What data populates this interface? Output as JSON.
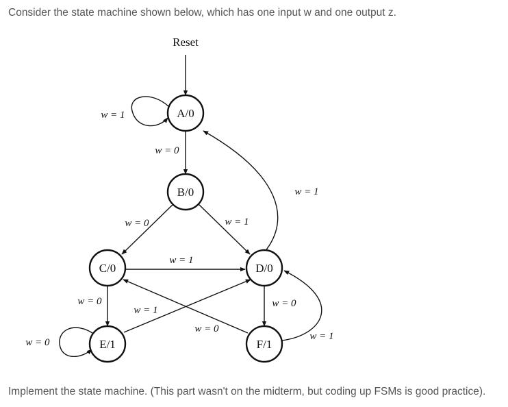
{
  "question": "Consider the state machine shown below, which has one input w and one output z.",
  "footer": "Implement the state machine. (This part wasn't on the midterm, but coding up FSMs is good practice).",
  "diagram": {
    "reset_label": "Reset",
    "states": {
      "A": "A/0",
      "B": "B/0",
      "C": "C/0",
      "D": "D/0",
      "E": "E/1",
      "F": "F/1"
    },
    "edges": {
      "A_self": "w = 1",
      "A_to_B": "w = 0",
      "D_to_A": "w = 1",
      "B_to_C": "w = 0",
      "B_to_D": "w = 1",
      "C_to_D": "w = 1",
      "C_to_E": "w = 0",
      "E_to_D": "w = 1",
      "F_to_C": "w = 0",
      "D_to_F": "w = 0",
      "F_to_D": "w = 1",
      "E_self": "w = 0"
    }
  }
}
